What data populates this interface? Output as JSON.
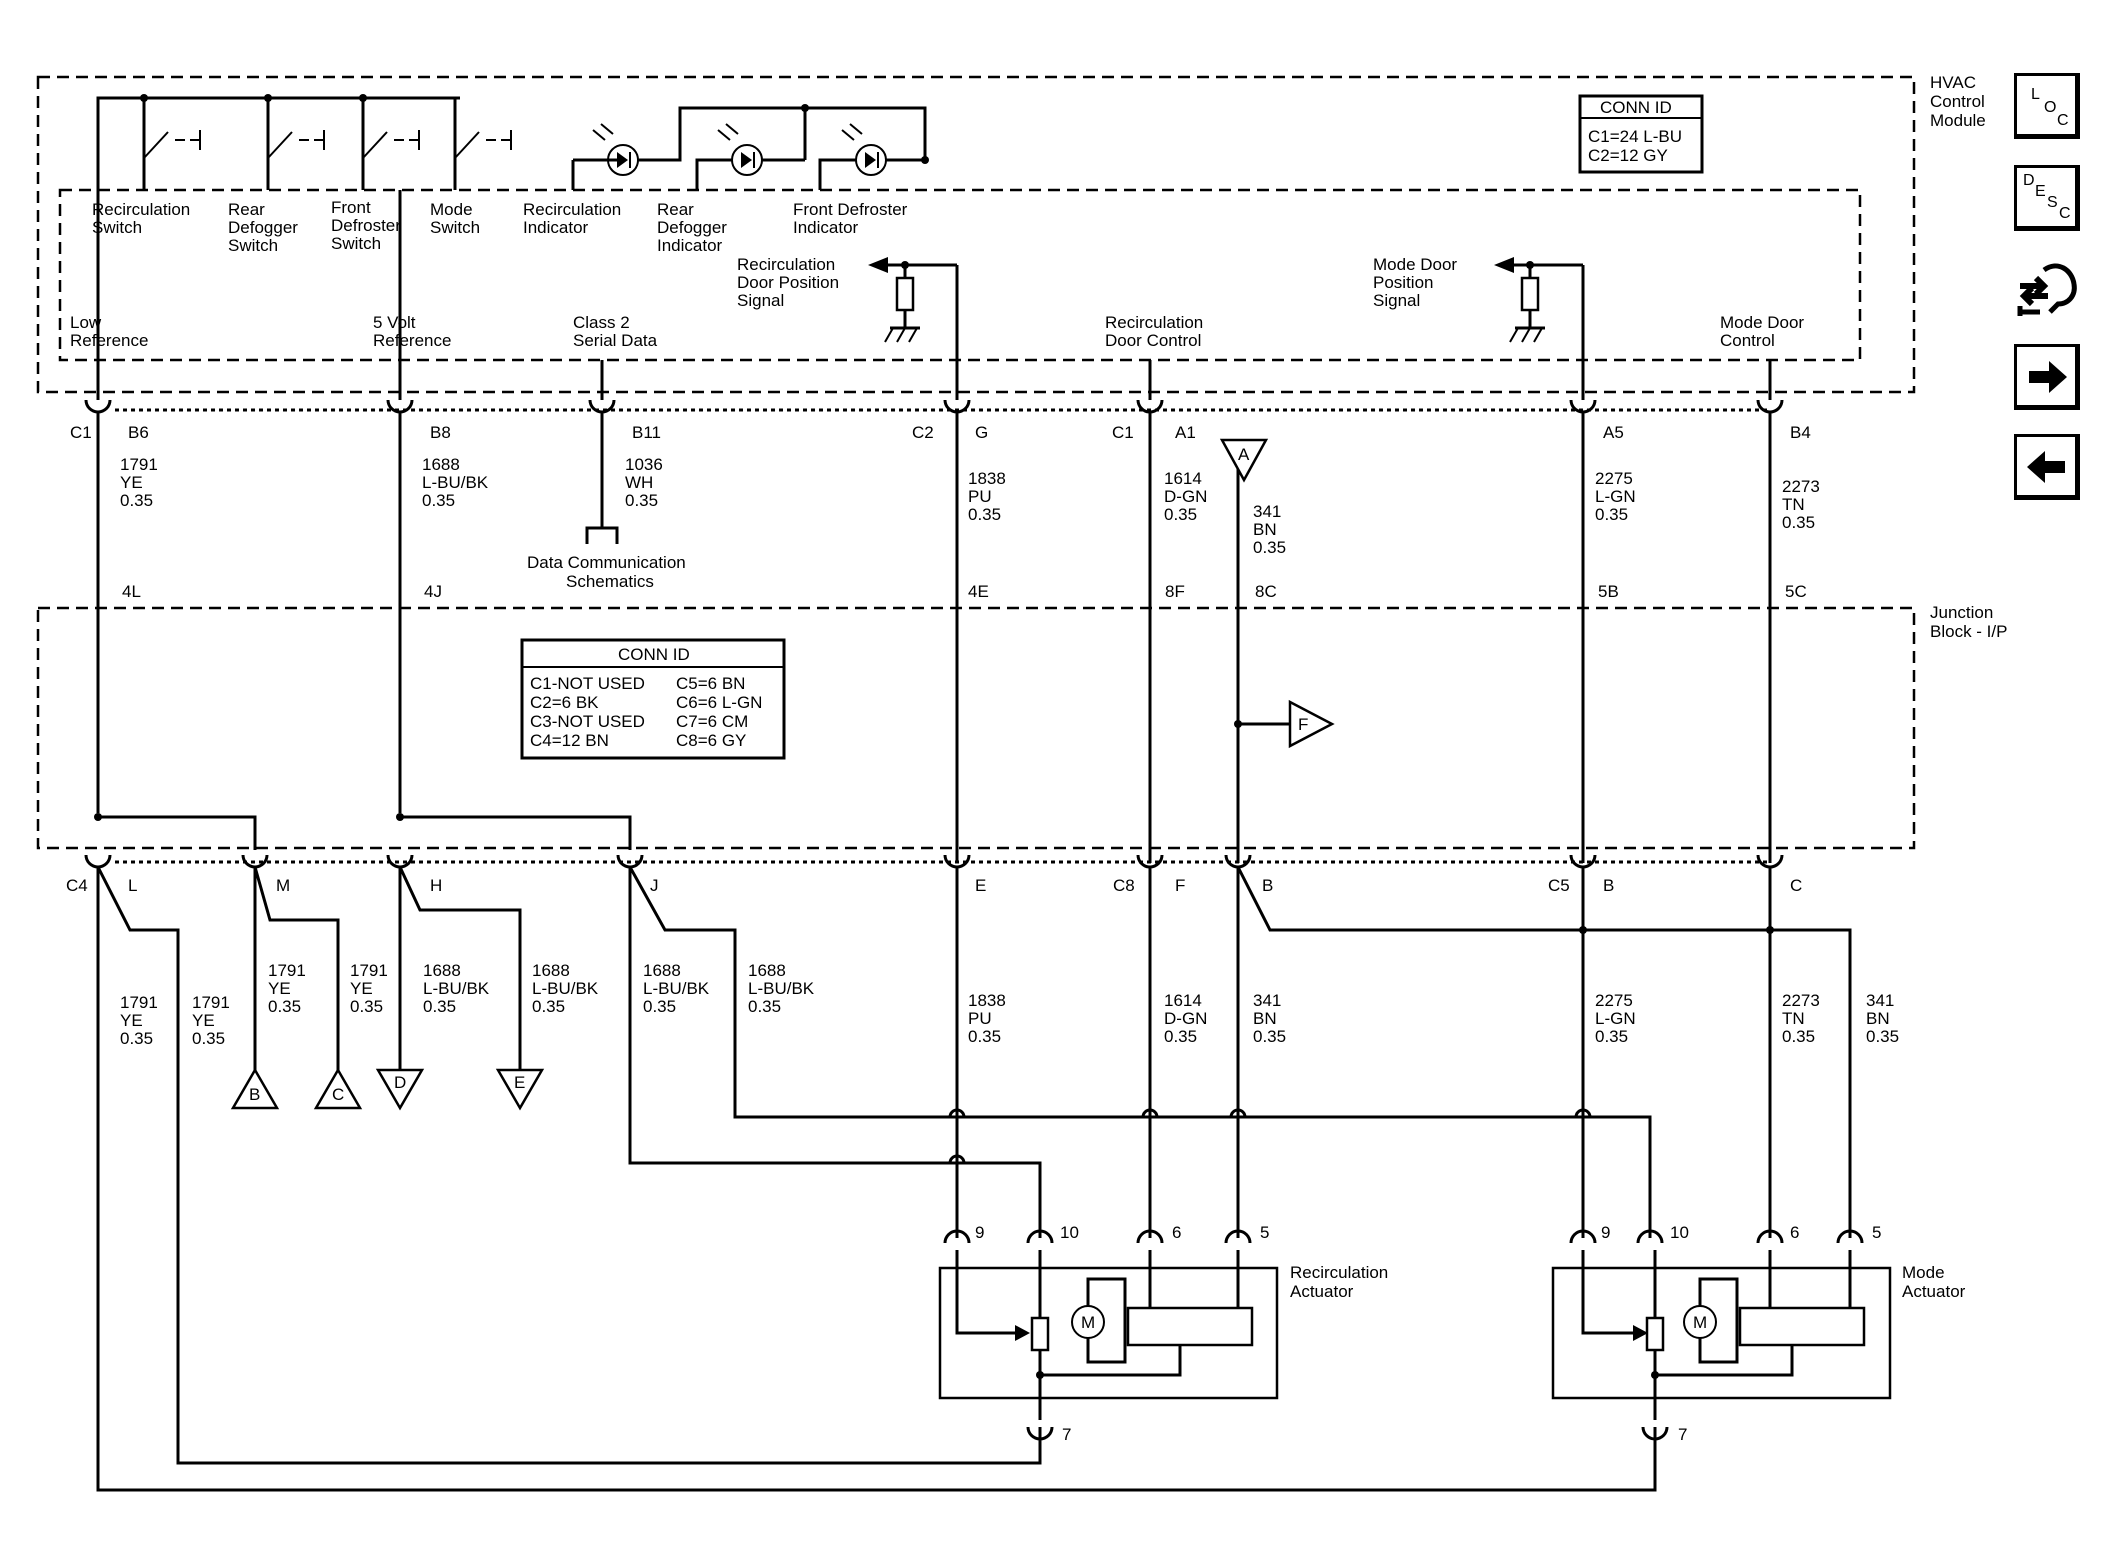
{
  "hvac": {
    "module_label": [
      "HVAC",
      "Control",
      "Module"
    ],
    "conn_id_title": "CONN ID",
    "conn_id_lines": [
      "C1=24 L-BU",
      "C2=12 GY"
    ],
    "switches": [
      [
        "Recirculation",
        "Switch"
      ],
      [
        "Rear",
        "Defogger",
        "Switch"
      ],
      [
        "Front",
        "Defroster",
        "Switch"
      ],
      [
        "Mode",
        "Switch"
      ]
    ],
    "indicators": [
      [
        "Recirculation",
        "Indicator"
      ],
      [
        "Rear",
        "Defogger",
        "Indicator"
      ],
      [
        "Front Defroster",
        "Indicator"
      ]
    ],
    "recirc_pos_signal": [
      "Recirculation",
      "Door Position",
      "Signal"
    ],
    "mode_pos_signal": [
      "Mode Door",
      "Position",
      "Signal"
    ],
    "low_ref": [
      "Low",
      "Reference"
    ],
    "five_volt_ref": [
      "5 Volt",
      "Reference"
    ],
    "class2": [
      "Class 2",
      "Serial Data"
    ],
    "recirc_door_control": [
      "Recirculation",
      "Door Control"
    ],
    "mode_door_control": [
      "Mode Door",
      "Control"
    ]
  },
  "top_pins": {
    "c1_left": "C1",
    "b6": "B6",
    "b8": "B8",
    "b11": "B11",
    "c2": "C2",
    "g": "G",
    "c1_mid": "C1",
    "a1": "A1",
    "a5": "A5",
    "b4": "B4"
  },
  "upper_wires": {
    "w1791": [
      "1791",
      "YE",
      "0.35"
    ],
    "w1688": [
      "1688",
      "L-BU/BK",
      "0.35"
    ],
    "w1036": [
      "1036",
      "WH",
      "0.35"
    ],
    "w1838": [
      "1838",
      "PU",
      "0.35"
    ],
    "w1614": [
      "1614",
      "D-GN",
      "0.35"
    ],
    "w341": [
      "341",
      "BN",
      "0.35"
    ],
    "w2275": [
      "2275",
      "L-GN",
      "0.35"
    ],
    "w2273": [
      "2273",
      "TN",
      "0.35"
    ]
  },
  "data_comm": [
    "Data Communication",
    "Schematics"
  ],
  "junction": {
    "label": [
      "Junction",
      "Block - I/P"
    ],
    "pins": {
      "p4l": "4L",
      "p4j": "4J",
      "p4e": "4E",
      "p8f": "8F",
      "p8c": "8C",
      "p5b": "5B",
      "p5c": "5C"
    },
    "conn_id_title": "CONN ID",
    "conn_left": [
      "C1-NOT USED",
      "C2=6 BK",
      "C3-NOT USED",
      "C4=12 BN"
    ],
    "conn_right": [
      "C5=6 BN",
      "C6=6 L-GN",
      "C7=6 CM",
      "C8=6 GY"
    ]
  },
  "bottom_pins": {
    "c4": "C4",
    "l": "L",
    "m": "M",
    "h": "H",
    "j": "J",
    "e": "E",
    "c8": "C8",
    "f": "F",
    "b": "B",
    "c5": "C5",
    "b5": "B",
    "c": "C"
  },
  "lower_wires": {
    "w1791a": [
      "1791",
      "YE",
      "0.35"
    ],
    "w1791b": [
      "1791",
      "YE",
      "0.35"
    ],
    "w1791c": [
      "1791",
      "YE",
      "0.35"
    ],
    "w1791d": [
      "1791",
      "YE",
      "0.35"
    ],
    "w1688a": [
      "1688",
      "L-BU/BK",
      "0.35"
    ],
    "w1688b": [
      "1688",
      "L-BU/BK",
      "0.35"
    ],
    "w1688c": [
      "1688",
      "L-BU/BK",
      "0.35"
    ],
    "w1688d": [
      "1688",
      "L-BU/BK",
      "0.35"
    ],
    "w1838": [
      "1838",
      "PU",
      "0.35"
    ],
    "w1614": [
      "1614",
      "D-GN",
      "0.35"
    ],
    "w341a": [
      "341",
      "BN",
      "0.35"
    ],
    "w2275": [
      "2275",
      "L-GN",
      "0.35"
    ],
    "w2273": [
      "2273",
      "TN",
      "0.35"
    ],
    "w341b": [
      "341",
      "BN",
      "0.35"
    ]
  },
  "offpage": {
    "a": "A",
    "f": "F",
    "b": "B",
    "c": "C",
    "d": "D",
    "e": "E"
  },
  "recirc_actuator": {
    "label": [
      "Recirculation",
      "Actuator"
    ],
    "pins": [
      "9",
      "10",
      "6",
      "5",
      "7"
    ],
    "motor": "M"
  },
  "mode_actuator": {
    "label": [
      "Mode",
      "Actuator"
    ],
    "pins": [
      "9",
      "10",
      "6",
      "5",
      "7"
    ],
    "motor": "M"
  },
  "nav": {
    "loc": [
      "L",
      "O",
      "C"
    ],
    "desc": [
      "D",
      "E",
      "S",
      "C"
    ],
    "connector_icon": "connector-icon",
    "next_icon": "arrow-right-icon",
    "prev_icon": "arrow-left-icon"
  }
}
